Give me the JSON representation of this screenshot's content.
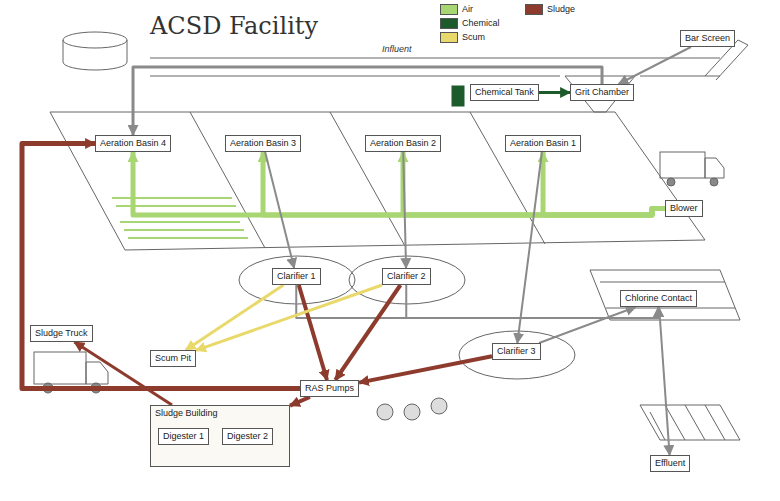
{
  "diagram": {
    "title": "ACSD Facility",
    "nodes": [
      {
        "text": [
          "Bar Screen"
        ]
      },
      {
        "text": [
          "Grit Chamber"
        ]
      },
      {
        "text": [
          "Chemical Tank"
        ]
      },
      {
        "text": [
          "Aeration Basin 4"
        ]
      },
      {
        "text": [
          "Aeration Basin 3"
        ]
      },
      {
        "text": [
          "Aeration Basin 2"
        ]
      },
      {
        "text": [
          "Aeration Basin 1"
        ]
      },
      {
        "text": [
          "Clarifier 1"
        ]
      },
      {
        "text": [
          "Clarifier 2"
        ]
      },
      {
        "text": [
          "Clarifier 3"
        ]
      },
      {
        "text": [
          "Blower"
        ]
      },
      {
        "text": [
          "RAS Pumps"
        ]
      },
      {
        "text": [
          "Sludge Building"
        ]
      },
      {
        "text": [
          "Digester 1"
        ],
        "in": 12
      },
      {
        "text": [
          "Digester 2"
        ],
        "in": 12
      },
      {
        "text": [
          "Sludge Truck"
        ]
      },
      {
        "text": [
          "Chlorine Contact"
        ]
      },
      {
        "text": [
          "Effluent"
        ]
      },
      {
        "text": [
          "Scum Pit"
        ]
      }
    ],
    "edges": [
      {
        "from": 0,
        "to": 1,
        "arrow": "to"
      },
      {
        "from": 1,
        "to": 3,
        "arrow": "to"
      },
      {
        "from": 2,
        "to": 1,
        "arrow": "to"
      },
      {
        "from": 10,
        "to": 3,
        "arrow": "to"
      },
      {
        "from": 10,
        "to": 4,
        "arrow": "to"
      },
      {
        "from": 10,
        "to": 5,
        "arrow": "to"
      },
      {
        "from": 10,
        "to": 6,
        "arrow": "to"
      },
      {
        "from": 4,
        "to": 7,
        "arrow": "to"
      },
      {
        "from": 5,
        "to": 8,
        "arrow": "to"
      },
      {
        "from": 6,
        "to": 9,
        "arrow": "to"
      },
      {
        "from": 7,
        "to": 16,
        "arrow": "to"
      },
      {
        "from": 8,
        "to": 16,
        "arrow": "to"
      },
      {
        "from": 9,
        "to": 16,
        "arrow": "to"
      },
      {
        "from": 16,
        "to": 17,
        "arrow": "to"
      },
      {
        "from": 7,
        "to": 11,
        "arrow": "to"
      },
      {
        "from": 8,
        "to": 11,
        "arrow": "to"
      },
      {
        "from": 9,
        "to": 11,
        "arrow": "to"
      },
      {
        "from": 11,
        "to": 3,
        "arrow": "to"
      },
      {
        "from": 11,
        "to": 12,
        "arrow": "to"
      },
      {
        "from": 12,
        "to": 15,
        "arrow": "to"
      },
      {
        "from": 7,
        "to": 18,
        "arrow": "to"
      },
      {
        "from": 8,
        "to": 18,
        "arrow": "to"
      }
    ],
    "labels": [
      "Influent"
    ],
    "legend": [
      {
        "text": "Air",
        "color": "#a8d672"
      },
      {
        "text": "Chemical",
        "color": "#1e5b2c"
      },
      {
        "text": "Scum",
        "color": "#e9d86a"
      },
      {
        "text": "Sludge",
        "color": "#8c3b2c"
      }
    ]
  }
}
